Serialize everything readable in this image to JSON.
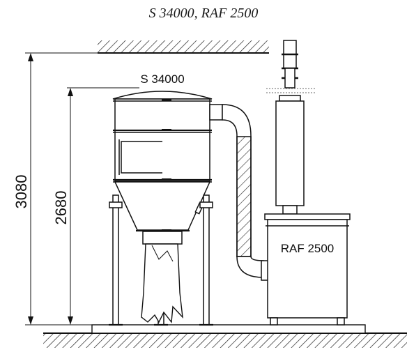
{
  "title": "S 34000, RAF 2500",
  "labels": {
    "separator": "S 34000",
    "container": "RAF 2500"
  },
  "dimensions": {
    "total_height": "3080",
    "separator_height": "2680"
  }
}
